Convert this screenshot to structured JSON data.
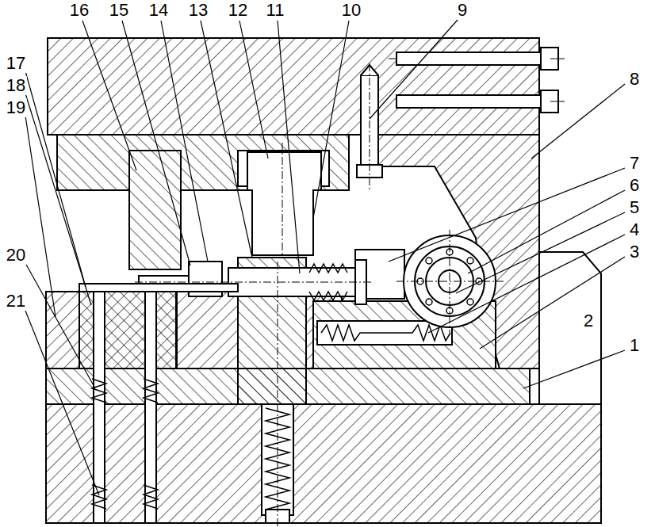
{
  "diagram": {
    "labels": [
      "16",
      "15",
      "14",
      "13",
      "12",
      "11",
      "10",
      "9",
      "8",
      "7",
      "6",
      "5",
      "4",
      "3",
      "2",
      "1",
      "17",
      "18",
      "19",
      "20",
      "21"
    ]
  }
}
